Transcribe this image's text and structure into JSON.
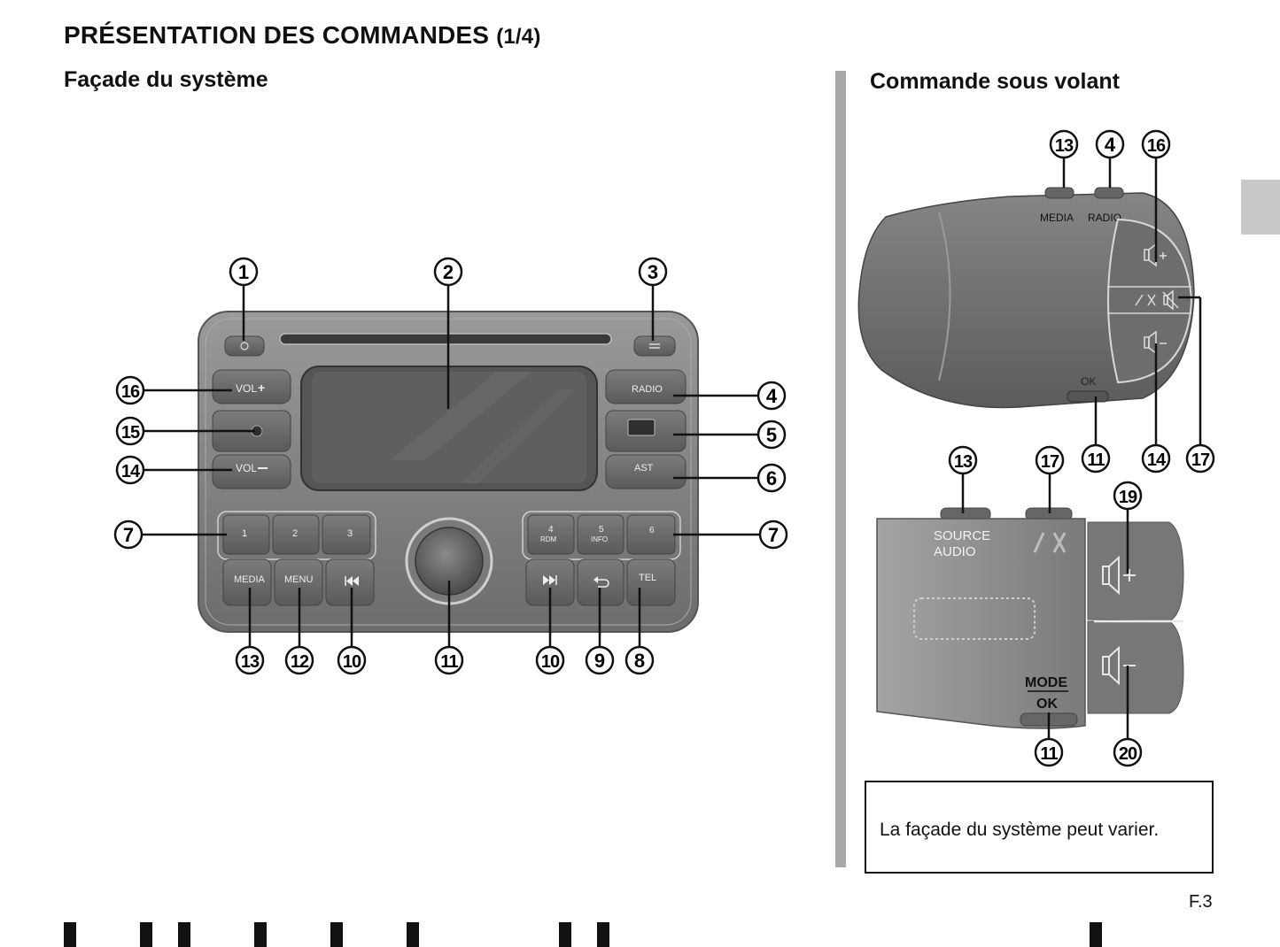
{
  "header": {
    "title": "PRÉSENTATION DES COMMANDES",
    "title_suffix": "(1/4)"
  },
  "left_section": {
    "heading": "Façade du système",
    "buttons": {
      "vol_plus": "VOL",
      "vol_minus": "VOL",
      "radio": "RADIO",
      "ast": "AST",
      "preset_1": "1",
      "preset_2": "2",
      "preset_3": "3",
      "preset_4": "4",
      "preset_4_sub": "RDM",
      "preset_5": "5",
      "preset_5_sub": "INFO",
      "preset_6": "6",
      "media": "MEDIA",
      "menu": "MENU",
      "tel": "TEL"
    },
    "callouts": {
      "c1": "1",
      "c2": "2",
      "c3": "3",
      "c4": "4",
      "c5": "5",
      "c6": "6",
      "c7_left": "7",
      "c7_right": "7",
      "c8": "8",
      "c9": "9",
      "c10_left": "10",
      "c10_right": "10",
      "c11": "11",
      "c12": "12",
      "c13": "13",
      "c14": "14",
      "c15": "15",
      "c16": "16"
    }
  },
  "right_section": {
    "heading": "Commande sous volant",
    "top_control": {
      "media": "MEDIA",
      "radio": "RADIO",
      "ok": "OK",
      "callouts": {
        "c13": "13",
        "c4": "4",
        "c16": "16",
        "c11": "11",
        "c14": "14",
        "c17": "17"
      }
    },
    "bottom_control": {
      "source_line1": "SOURCE",
      "source_line2": "AUDIO",
      "mode": "MODE",
      "ok": "OK",
      "callouts": {
        "c13": "13",
        "c17": "17",
        "c19": "19",
        "c11": "11",
        "c20": "20"
      }
    },
    "note": "La façade du système peut varier."
  },
  "footer": {
    "page_number": "F.3"
  },
  "colors": {
    "device_dark": "#6e6e6e",
    "device_mid": "#8a8a8a",
    "device_light": "#b8b8b8",
    "screen": "#5a5a5a",
    "side_tab": "#c9c9c9",
    "divider": "#a9a9a9"
  }
}
